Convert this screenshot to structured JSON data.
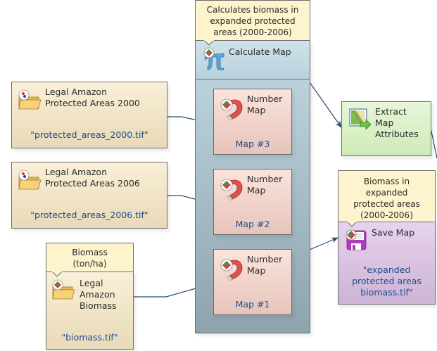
{
  "calculate_map": {
    "comment": [
      "Calculates biomass in",
      "expanded protected",
      "areas (2000-2006)"
    ],
    "title": "Calculate Map",
    "icon": "pi-icon"
  },
  "inputs": [
    {
      "title": [
        "Legal Amazon",
        "Protected Areas 2000"
      ],
      "value": "\"protected_areas_2000.tif\"",
      "icon": "folder-icon"
    },
    {
      "title": [
        "Legal Amazon",
        "Protected Areas 2006"
      ],
      "value": "\"protected_areas_2006.tif\"",
      "icon": "folder-icon"
    },
    {
      "comment": [
        "Biomass",
        "(ton/ha)"
      ],
      "title": [
        "Legal",
        "Amazon",
        "Biomass"
      ],
      "value": "\"biomass.tif\"",
      "icon": "folder-icon"
    }
  ],
  "number_maps": [
    {
      "title": [
        "Number",
        "Map"
      ],
      "value": "Map #3",
      "icon": "magnet-icon"
    },
    {
      "title": [
        "Number",
        "Map"
      ],
      "value": "Map #2",
      "icon": "magnet-icon"
    },
    {
      "title": [
        "Number",
        "Map"
      ],
      "value": "Map #1",
      "icon": "magnet-icon"
    }
  ],
  "extract": {
    "title": [
      "Extract",
      "Map",
      "Attributes"
    ],
    "icon": "extract-map-icon"
  },
  "save_map": {
    "comment": [
      "Biomass in",
      "expanded",
      "protected areas",
      "(2000-2006)"
    ],
    "title": "Save Map",
    "value": [
      "\"expanded",
      "protected areas",
      "biomass.tif\""
    ],
    "icon": "save-disk-icon"
  },
  "colors": {
    "wire": "#2a4a6b",
    "value_text": "#1f4e8c"
  }
}
